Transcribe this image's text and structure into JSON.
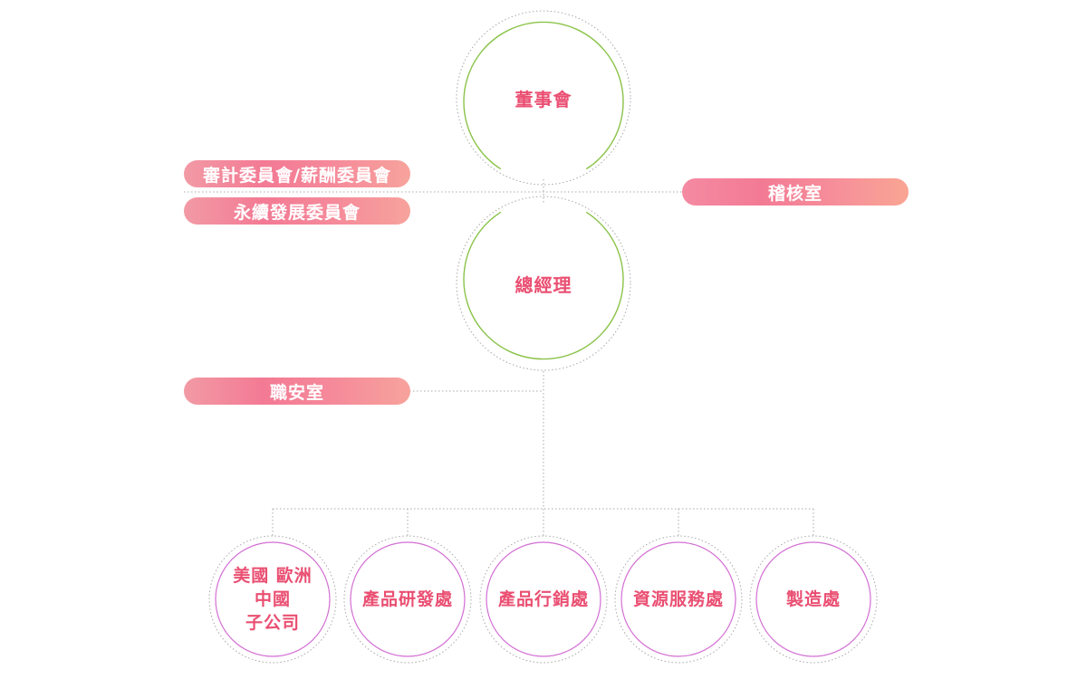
{
  "board": {
    "label": "董事會"
  },
  "ceo": {
    "label": "總經理"
  },
  "committees": [
    {
      "label": "審計委員會/薪酬委員會"
    },
    {
      "label": "永續發展委員會"
    }
  ],
  "audit_office": {
    "label": "稽核室"
  },
  "safety_office": {
    "label": "職安室"
  },
  "departments": [
    {
      "lines": [
        "美國 歐洲",
        "中國",
        "子公司"
      ]
    },
    {
      "lines": [
        "產品研發處"
      ]
    },
    {
      "lines": [
        "產品行銷處"
      ]
    },
    {
      "lines": [
        "資源服務處"
      ]
    },
    {
      "lines": [
        "製造處"
      ]
    }
  ],
  "colors": {
    "node_text": "#ea4f72",
    "big_ring": "#8bc34a",
    "dept_ring": "#d36ed3",
    "connector": "#a9a9a9",
    "pill_gradient": [
      "#f37a94",
      "#f9a593"
    ]
  }
}
